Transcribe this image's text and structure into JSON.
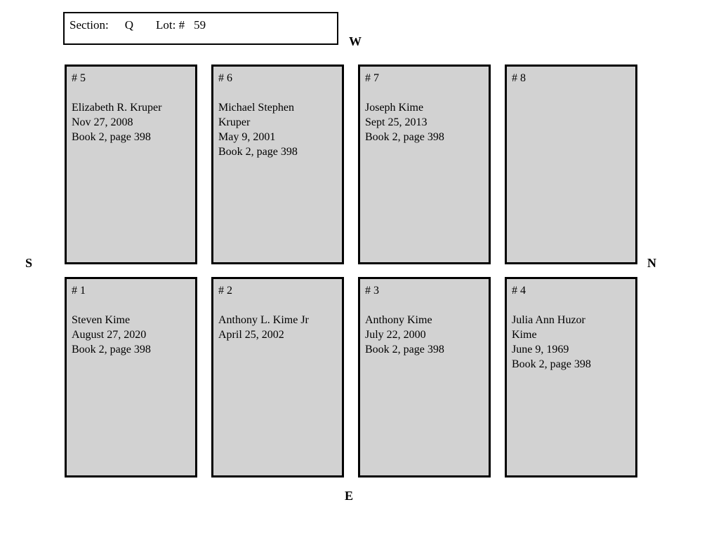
{
  "header": {
    "section_label": "Section:",
    "section_value": "Q",
    "lot_label": "Lot: #",
    "lot_value": "59"
  },
  "compass": {
    "west": "W",
    "south": "S",
    "north": "N",
    "east": "E"
  },
  "colors": {
    "plot_fill": "#d2d2d2",
    "border": "#000000",
    "background": "#ffffff"
  },
  "plots": [
    {
      "number": "# 5",
      "name": "Elizabeth R. Kruper",
      "date": "Nov 27, 2008",
      "book": "Book 2, page 398"
    },
    {
      "number": "# 6",
      "name": "Michael Stephen\nKruper",
      "date": "May 9, 2001",
      "book": "Book 2, page 398"
    },
    {
      "number": "# 7",
      "name": "Joseph Kime",
      "date": "Sept 25, 2013",
      "book": "Book 2, page 398"
    },
    {
      "number": "# 8",
      "name": "",
      "date": "",
      "book": ""
    },
    {
      "number": "# 1",
      "name": "Steven Kime",
      "date": "August 27, 2020",
      "book": "Book 2, page 398"
    },
    {
      "number": "# 2",
      "name": "Anthony L. Kime Jr",
      "date": "April 25, 2002",
      "book": ""
    },
    {
      "number": "# 3",
      "name": "Anthony Kime",
      "date": "July 22, 2000",
      "book": "Book 2, page 398"
    },
    {
      "number": "# 4",
      "name": "Julia Ann Huzor\nKime",
      "date": "June 9, 1969",
      "book": "Book 2, page 398"
    }
  ]
}
